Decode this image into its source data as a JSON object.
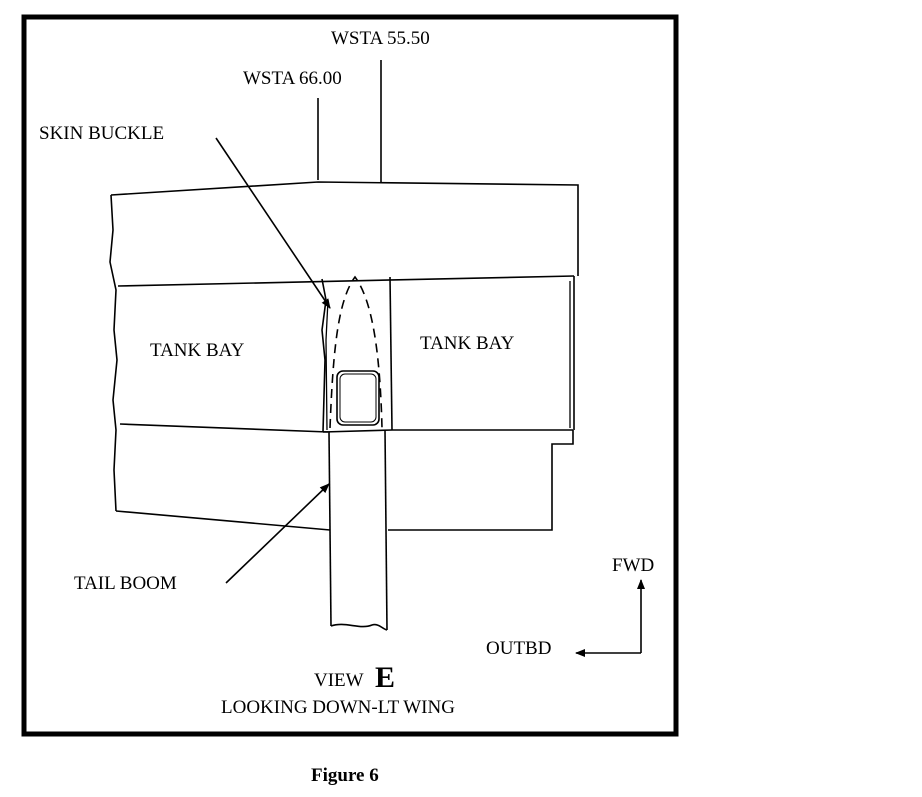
{
  "labels": {
    "wsta_inner": "WSTA 55.50",
    "wsta_outer": "WSTA 66.00",
    "skin_buckle": "SKIN BUCKLE",
    "tank_bay_left": "TANK BAY",
    "tank_bay_right": "TANK BAY",
    "tail_boom": "TAIL BOOM",
    "fwd": "FWD",
    "outbd": "OUTBD",
    "view_prefix": "VIEW",
    "view_letter": "E",
    "view_caption": "LOOKING DOWN-LT WING"
  },
  "caption": "Figure 6"
}
